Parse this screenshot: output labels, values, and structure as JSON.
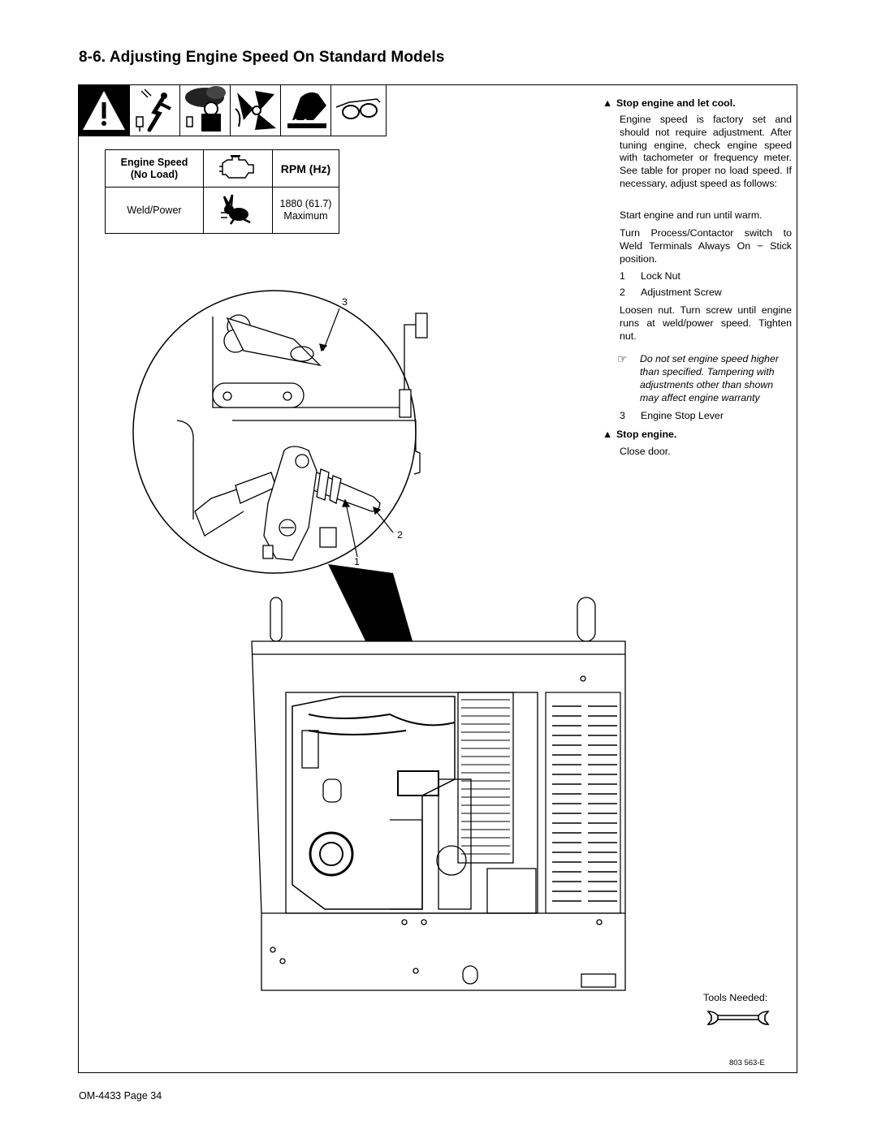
{
  "heading": "8-6. Adjusting Engine Speed On Standard Models",
  "speed_table": {
    "header_label_line1": "Engine Speed",
    "header_label_line2": "(No Load)",
    "header_rpm": "RPM (Hz)",
    "row_label": "Weld/Power",
    "row_value_line1": "1880 (61.7)",
    "row_value_line2": "Maximum"
  },
  "hazard_icons": [
    "warning-icon",
    "electric-shock-icon",
    "fumes-icon",
    "moving-parts-icon",
    "hot-parts-icon",
    "safety-glasses-icon"
  ],
  "instructions": {
    "warn1": "Stop engine and let cool.",
    "para1": "Engine speed is factory set and should not require adjustment. After tuning engine, check engine speed with tachometer or frequency meter. See table for proper no load speed. If necessary, adjust speed as follows:",
    "para2": "Start engine and run until warm.",
    "para3": "Turn Process/Contactor switch to Weld Terminals Always On − Stick position.",
    "item1_num": "1",
    "item1_label": "Lock Nut",
    "item2_num": "2",
    "item2_label": "Adjustment Screw",
    "para4": "Loosen nut. Turn screw until engine runs at weld/power speed. Tighten nut.",
    "note": "Do not set engine speed higher than specified. Tampering with adjustments other than shown may affect engine warranty",
    "item3_num": "3",
    "item3_label": "Engine Stop Lever",
    "warn2": "Stop engine.",
    "para5": "Close door."
  },
  "callouts": {
    "c1": "1",
    "c2": "2",
    "c3": "3"
  },
  "tools_label": "Tools Needed:",
  "part_number": "803 563-E",
  "footer": "OM-4433 Page 34"
}
